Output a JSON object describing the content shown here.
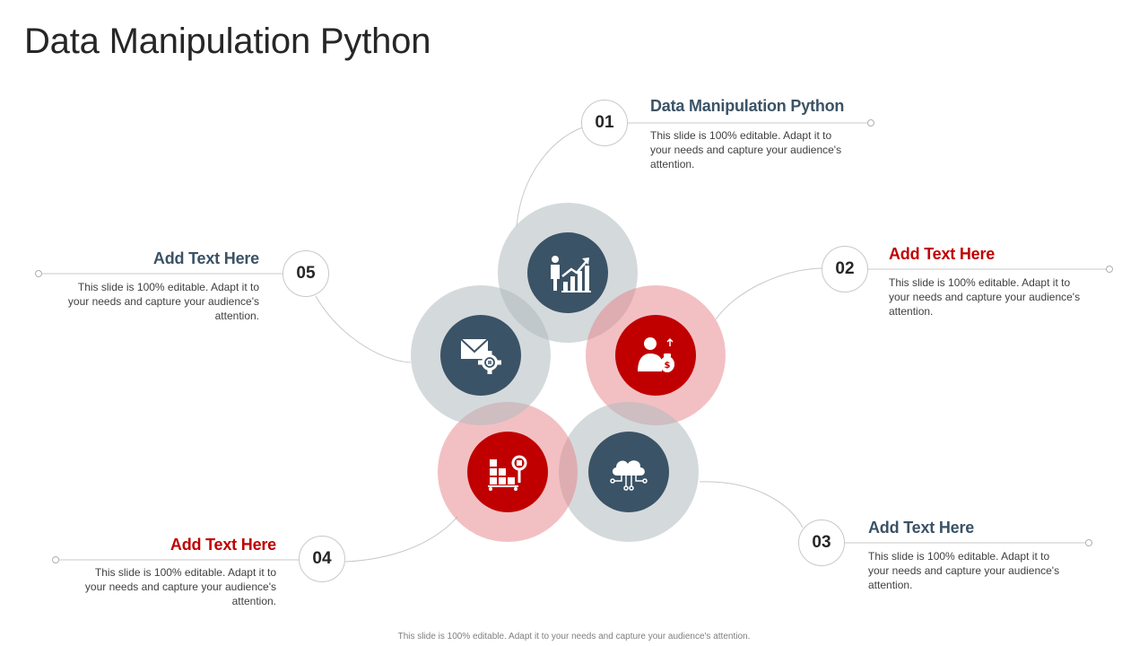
{
  "slide": {
    "title": "Data Manipulation Python",
    "footer": "This slide is 100% editable. Adapt it to your needs and capture your audience's attention."
  },
  "colors": {
    "slate": "#3b5366",
    "crimson": "#c00000",
    "gray_ring": "#b0bac0",
    "red_ring": "#e68287"
  },
  "items": [
    {
      "number": "01",
      "heading": "Data Manipulation Python",
      "body": "This slide is 100% editable. Adapt it to your needs and capture your audience's attention.",
      "icon": "growth-chart-person-icon",
      "color": "slate"
    },
    {
      "number": "02",
      "heading": "Add Text Here",
      "body": "This slide is 100% editable. Adapt it to your needs and capture your audience's attention.",
      "icon": "person-money-bag-icon",
      "color": "crimson"
    },
    {
      "number": "03",
      "heading": "Add Text Here",
      "body": "This slide is 100% editable. Adapt it to your needs and capture your audience's attention.",
      "icon": "cloud-network-icon",
      "color": "slate"
    },
    {
      "number": "04",
      "heading": "Add Text Here",
      "body": "This slide is 100% editable. Adapt it to your needs and capture your audience's attention.",
      "icon": "inventory-search-icon",
      "color": "crimson"
    },
    {
      "number": "05",
      "heading": "Add Text Here",
      "body": "This slide is 100% editable. Adapt it to your needs and capture your audience's attention.",
      "icon": "mail-gear-icon",
      "color": "slate"
    }
  ]
}
